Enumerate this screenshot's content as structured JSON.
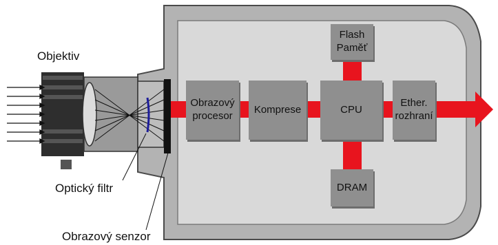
{
  "labels": {
    "lens": "Objektiv",
    "optical_filter": "Optický filtr",
    "image_sensor": "Obrazový senzor"
  },
  "blocks": {
    "image_processor": [
      "Obrazový",
      "procesor"
    ],
    "compression": "Komprese",
    "cpu": "CPU",
    "ethernet": [
      "Ether.",
      "rozhraní"
    ],
    "flash": [
      "Flash",
      "Paměť"
    ],
    "dram": "DRAM"
  },
  "colors": {
    "bus": "#e8141e",
    "housing": "#b3b3b3",
    "panel": "#d9d9d9",
    "block": "#8f8f8f"
  }
}
